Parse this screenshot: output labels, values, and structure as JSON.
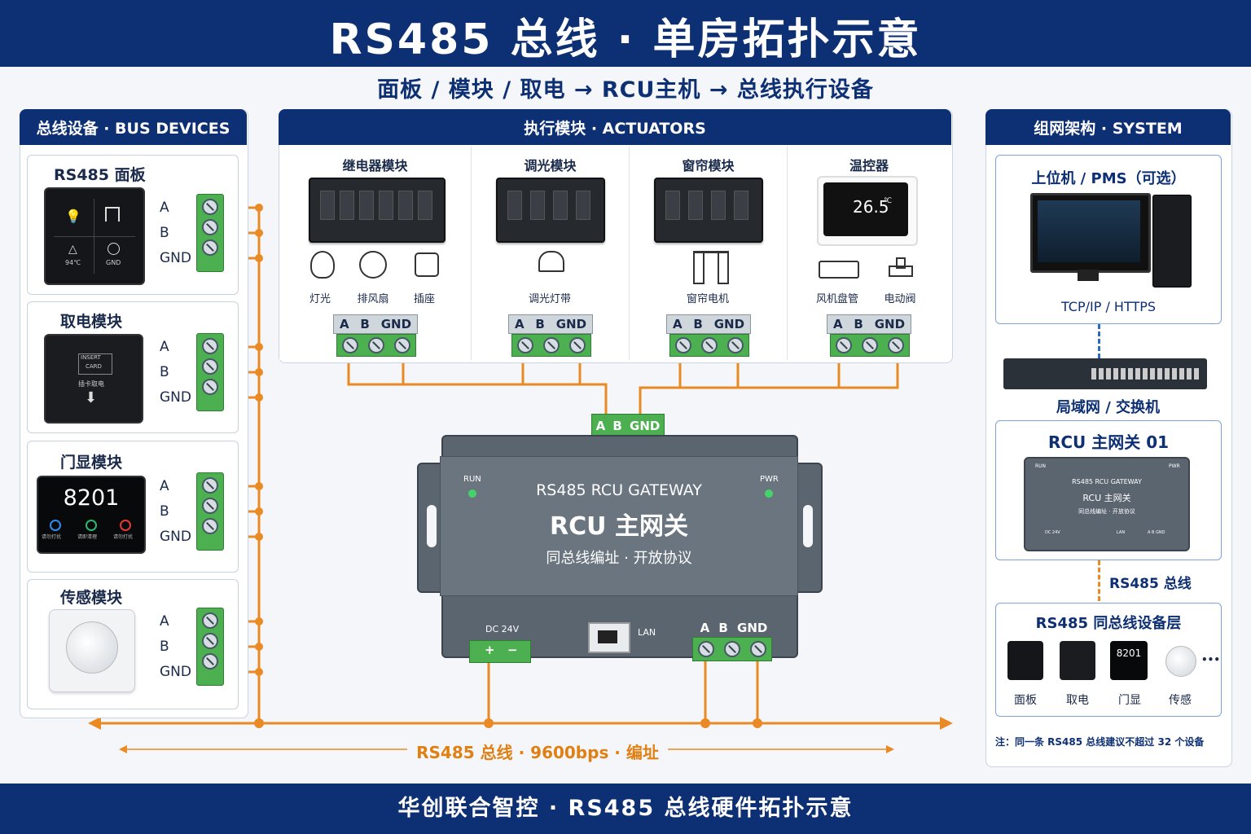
{
  "title": "RS485 总线 · 单房拓扑示意",
  "subtitle": "面板 / 模块 / 取电 → RCU主机 → 总线执行设备",
  "left_panel": {
    "header": "总线设备 · BUS DEVICES",
    "devices": [
      {
        "name": "RS485 面板",
        "panel_labels": [
          "94℃",
          "GND"
        ]
      },
      {
        "name": "取电模块",
        "insert": "INSERT",
        "card": "CARD",
        "hint": "插卡取电"
      },
      {
        "name": "门显模块",
        "room": "8201",
        "icons": [
          "请勿打扰",
          "请即清理",
          "请勿打扰"
        ]
      },
      {
        "name": "传感模块"
      }
    ],
    "terminals": [
      "A",
      "B",
      "GND"
    ]
  },
  "actuators": {
    "header": "执行模块 · ACTUATORS",
    "columns": [
      {
        "name": "继电器模块",
        "loads": [
          "灯光",
          "排风扇",
          "插座"
        ]
      },
      {
        "name": "调光模块",
        "loads": [
          "调光灯带"
        ]
      },
      {
        "name": "窗帘模块",
        "loads": [
          "窗帘电机"
        ]
      },
      {
        "name": "温控器",
        "temp": "26.5",
        "unit": "℃",
        "loads": [
          "风机盘管",
          "电动阀"
        ]
      }
    ],
    "terminals": [
      "A",
      "B",
      "GND"
    ]
  },
  "gateway": {
    "top_terminals": [
      "A",
      "B",
      "GND"
    ],
    "run": "RUN",
    "pwr": "PWR",
    "model": "RS485 RCU GATEWAY",
    "name": "RCU 主网关",
    "desc": "同总线编址 · 开放协议",
    "dc": "DC 24V",
    "plus": "+",
    "minus": "−",
    "lan": "LAN",
    "bottom_terminals": [
      "A",
      "B",
      "GND"
    ]
  },
  "system": {
    "header": "组网架构 · SYSTEM",
    "pms_title": "上位机 / PMS（可选）",
    "pms_link": "TCP/IP / HTTPS",
    "switch_label": "局域网 / 交换机",
    "rcu_title": "RCU 主网关 01",
    "rcu_mini": {
      "run": "RUN",
      "pwr": "PWR",
      "model": "RS485 RCU GATEWAY",
      "name": "RCU 主网关",
      "desc": "同总线编址 · 开放协议",
      "dc": "DC 24V",
      "lan": "LAN",
      "abg": "A B GND"
    },
    "bus_label": "RS485 总线",
    "layer_title": "RS485 同总线设备层",
    "layer_room": "8201",
    "layer_items": [
      "面板",
      "取电",
      "门显",
      "传感"
    ],
    "more": "•••",
    "note": "注：同一条 RS485 总线建议不超过 32 个设备"
  },
  "bus_caption": "RS485 总线 · 9600bps · 编址",
  "footer": "华创联合智控 · RS485 总线硬件拓扑示意",
  "colors": {
    "navy": "#0d2f73",
    "bus_orange": "#e98a24",
    "terminal_green": "#4caf50"
  }
}
